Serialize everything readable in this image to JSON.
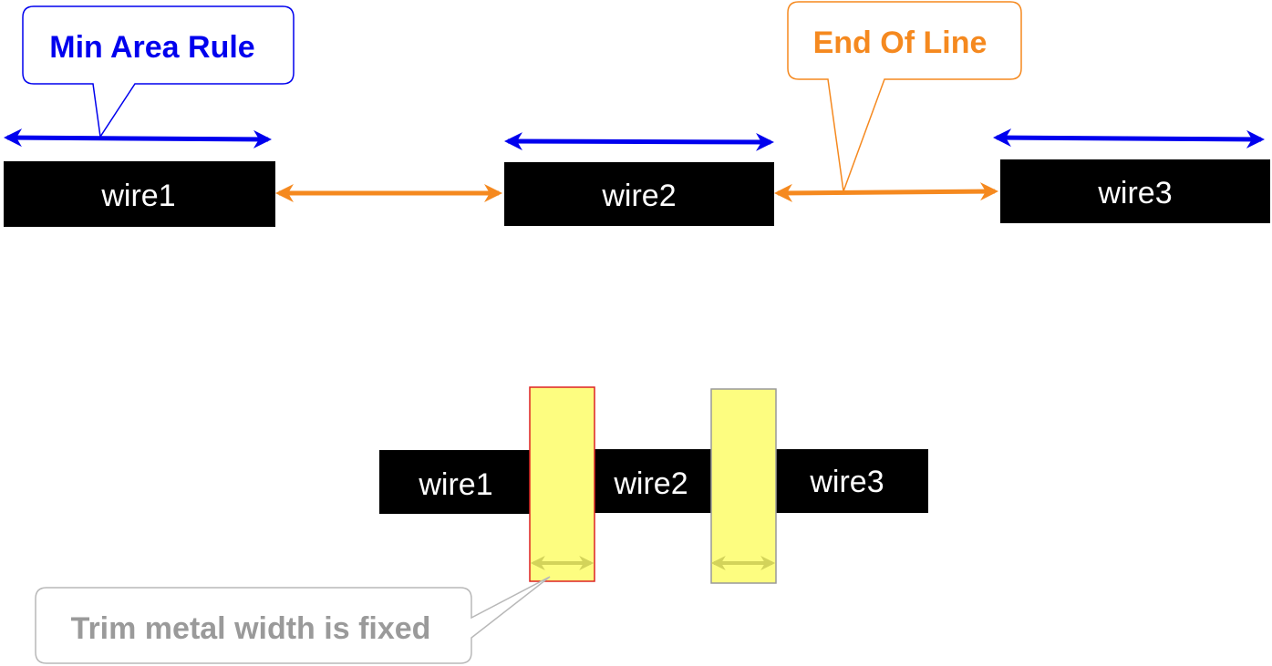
{
  "colors": {
    "min_area": "#0000ee",
    "end_of_line": "#f5891f",
    "trim_fill": "#fdfd80",
    "trim_arrow": "#d3d35a",
    "trim_border_left": "#dd2222",
    "trim_border_right": "#999999",
    "note": "#9a9a9a",
    "note_border": "#b8b8b8"
  },
  "top": {
    "wire1": "wire1",
    "wire2": "wire2",
    "wire3": "wire3"
  },
  "bottom": {
    "wire1": "wire1",
    "wire2": "wire2",
    "wire3": "wire3"
  },
  "callouts": {
    "min_area": "Min Area Rule",
    "end_of_line": "End Of Line",
    "trim": "Trim metal width is fixed"
  }
}
